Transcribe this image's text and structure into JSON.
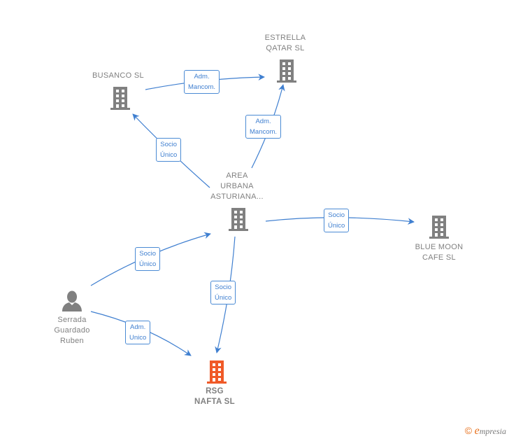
{
  "colors": {
    "edge": "#3f7fd0",
    "company_icon": "#808080",
    "focus_icon": "#f05a28",
    "person_icon": "#808080",
    "label_text": "#808080"
  },
  "nodes": {
    "estrella": {
      "label": "ESTRELLA\nQATAR SL",
      "icon": "building-icon"
    },
    "busanco": {
      "label": "BUSANCO  SL",
      "icon": "building-icon"
    },
    "area": {
      "label": "AREA\nURBANA\nASTURIANA...",
      "icon": "building-icon"
    },
    "bluemoon": {
      "label": "BLUE MOON\nCAFE SL",
      "icon": "building-icon"
    },
    "person": {
      "label": "Serrada\nGuardado\nRuben",
      "icon": "person-icon"
    },
    "rsg": {
      "label": "RSG\nNAFTA  SL",
      "icon": "building-icon"
    }
  },
  "edges": [
    {
      "from": "busanco",
      "to": "estrella",
      "label": "Adm.\nMancom."
    },
    {
      "from": "area",
      "to": "estrella",
      "label": "Adm.\nMancom."
    },
    {
      "from": "area",
      "to": "busanco",
      "label": "Socio\nÚnico"
    },
    {
      "from": "area",
      "to": "bluemoon",
      "label": "Socio\nÚnico"
    },
    {
      "from": "person",
      "to": "area",
      "label": "Socio\nÚnico"
    },
    {
      "from": "area",
      "to": "rsg",
      "label": "Socio\nÚnico"
    },
    {
      "from": "person",
      "to": "rsg",
      "label": "Adm.\nUnico"
    }
  ],
  "footer": {
    "copyright": "©",
    "brand_initial": "e",
    "brand_rest": "mpresia"
  }
}
